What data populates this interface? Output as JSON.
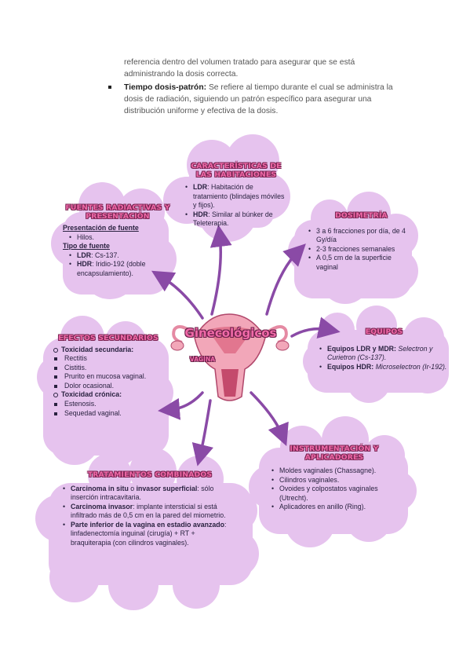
{
  "intro": {
    "line1": "referencia dentro del volumen tratado para asegurar que se está",
    "line2": "administrando la dosis correcta.",
    "bullet_term": "Tiempo dosis-patrón:",
    "bullet_text": " Se refiere al tiempo durante el cual se administra la dosis de radiación, siguiendo un patrón específico para asegurar una distribución uniforme y efectiva de la dosis."
  },
  "center": {
    "title": "Ginecológicos",
    "label": "VAGINA"
  },
  "caracteristicas": {
    "title": "Características de las habitaciones",
    "items": [
      {
        "term": "LDR",
        "text": ": Habitación de tratamiento (blindajes móviles y fijos)."
      },
      {
        "term": "HDR",
        "text": ": Similar al búnker de Teleterapia."
      }
    ]
  },
  "fuentes": {
    "title": "Fuentes radiactivas y presentación",
    "presentacion_head": "Presentación de fuente",
    "presentacion_item": "Hilos.",
    "tipo_head": "Tipo de fuente",
    "items": [
      {
        "term": "LDR",
        "text": ": Cs-137."
      },
      {
        "term": "HDR",
        "text": ": Iridio-192 (doble encapsulamiento)."
      }
    ]
  },
  "dosimetria": {
    "title": "Dosimetría",
    "items": [
      "3 a 6 fracciones por día, de 4 Gy/día",
      "2-3 fracciones semanales",
      "A 0,5 cm de la superficie vaginal"
    ]
  },
  "equipos": {
    "title": "Equipos",
    "items": [
      {
        "term": "Equipos LDR y MDR:",
        "text": " Selectron y Curietron (Cs-137)."
      },
      {
        "term": "Equipos HDR:",
        "text": " Microselectron (Ir-192)."
      }
    ]
  },
  "efectos": {
    "title": "Efectos secundarios",
    "secundaria_head": "Toxicidad secundaria:",
    "secundaria_items": [
      "Rectitis",
      "Cistitis.",
      "Prurito en mucosa vaginal.",
      "Dolor ocasional."
    ],
    "cronica_head": "Toxicidad crónica:",
    "cronica_items": [
      "Estenosis.",
      "Sequedad vaginal."
    ]
  },
  "instrumentacion": {
    "title": "Instrumentación y aplicadores",
    "items": [
      "Moldes vaginales (Chassagne).",
      "Cilindros vaginales.",
      "Ovoides y colpostatos vaginales (Utrecht).",
      "Aplicadores en anillo (Ring)."
    ]
  },
  "tratamientos": {
    "title": "Tratamientos combinados",
    "items": [
      {
        "term": "Carcinoma in situ",
        "mid": " o ",
        "term2": "invasor superficial",
        "text": ": sólo inserción intracavitaria."
      },
      {
        "term": "Carcinoma invasor",
        "mid": "",
        "term2": "",
        "text": ": implante intersticial si está infiltrado más de 0,5 cm en la pared del miometrio."
      },
      {
        "term": "Parte inferior de la vagina en estadio avanzado",
        "mid": "",
        "term2": "",
        "text": ": linfadenectomía inguinal (cirugía) + RT + braquiterapia (con cilindros vaginales)."
      }
    ]
  },
  "colors": {
    "cloud": "#e6c3ee",
    "arrow": "#8a4aa6",
    "title_fill": "#f06aa8"
  }
}
